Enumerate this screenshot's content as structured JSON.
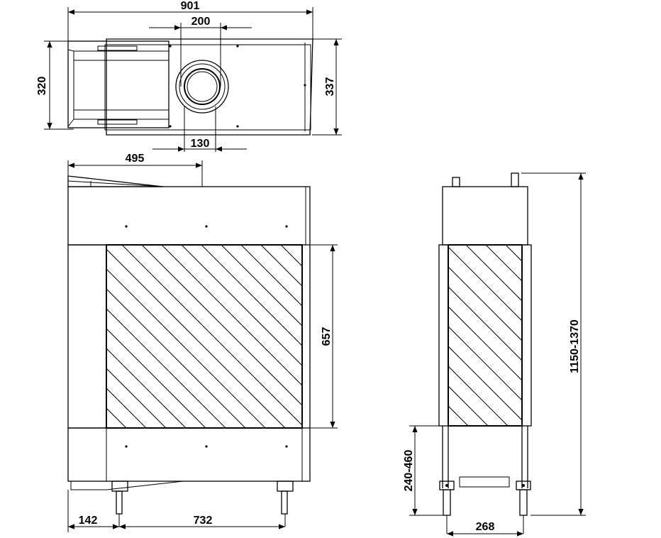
{
  "dimensions": {
    "top_width": "901",
    "flue_offset": "200",
    "top_depth_left": "320",
    "top_depth_right": "337",
    "flue_diameter": "130",
    "canopy_length": "495",
    "glass_height": "657",
    "total_height": "1150-1370",
    "leg_height": "240-460",
    "side_leg_span": "268",
    "front_left_offset": "142",
    "front_leg_span": "732"
  }
}
